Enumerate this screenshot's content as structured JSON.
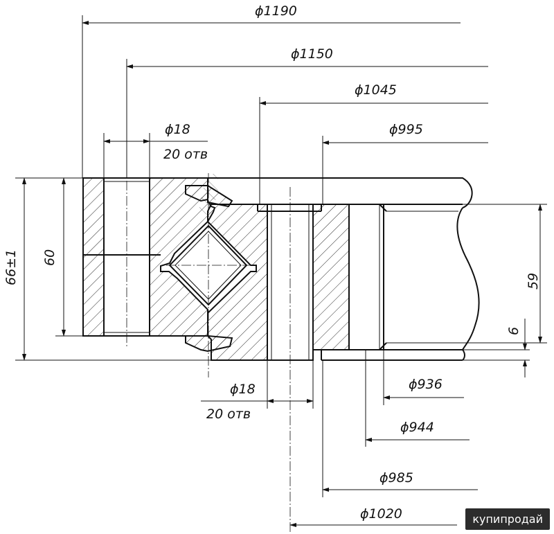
{
  "dimensions": {
    "d1190": "ϕ1190",
    "d1150": "ϕ1150",
    "d1045": "ϕ1045",
    "d995": "ϕ995",
    "d18_top": "ϕ18",
    "holes_top": "20 отв",
    "d18_bottom": "ϕ18",
    "holes_bottom": "20 отв",
    "d936": "ϕ936",
    "d944": "ϕ944",
    "d985": "ϕ985",
    "d1020": "ϕ1020",
    "h66": "66±1",
    "h60": "60",
    "h59": "59",
    "h6": "6"
  },
  "watermark": "купипродай",
  "colors": {
    "ink": "#111111",
    "paper": "#ffffff",
    "watermark_bg": "#2c2c2c"
  }
}
